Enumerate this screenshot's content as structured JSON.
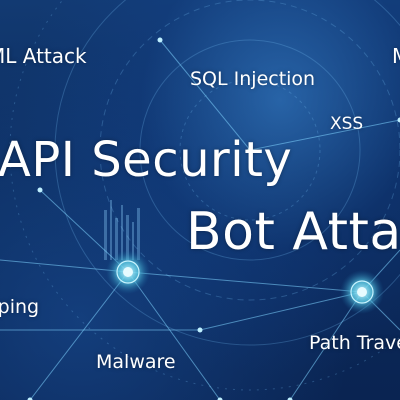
{
  "keywords": {
    "xml": "ML Attack",
    "sql": "SQL Injection",
    "edge": "M",
    "xss": "XSS",
    "api": "API Security",
    "bot": "Bot Attack",
    "scraping": "aping",
    "path": "Path Traversal",
    "malware": "Malware"
  },
  "colors": {
    "background_dark": "#0a2452",
    "background_light": "#3c8cdc",
    "text": "#ffffff",
    "network_line": "#7fd4ff",
    "node_glow": "#9fe8ff"
  }
}
